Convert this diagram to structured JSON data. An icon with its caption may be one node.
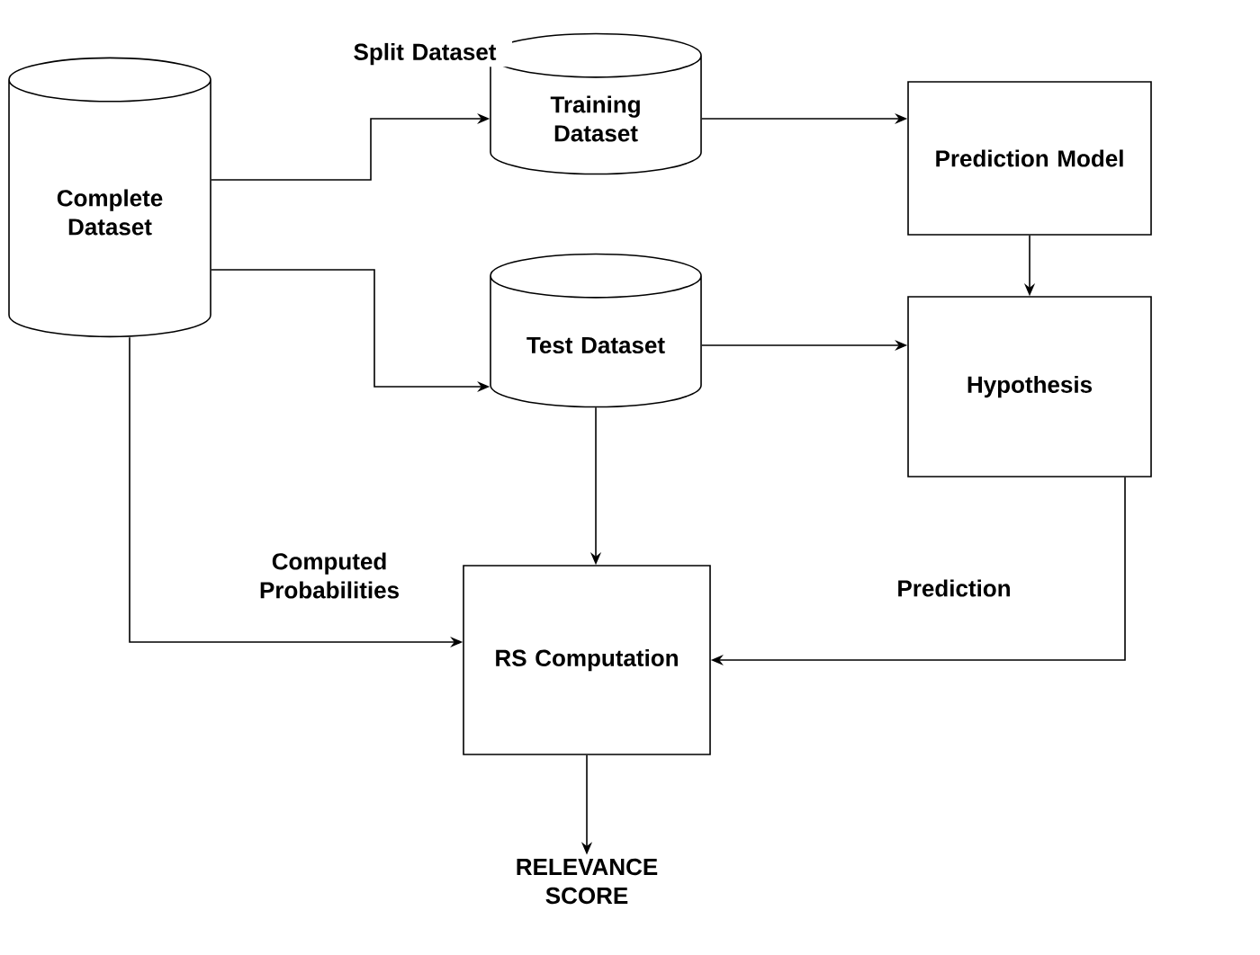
{
  "diagram": {
    "nodes": [
      {
        "text": [
          "Complete Dataset"
        ]
      },
      {
        "text": [
          "Training Dataset"
        ]
      },
      {
        "text": [
          "Prediction Model"
        ]
      },
      {
        "text": [
          "Test Dataset"
        ]
      },
      {
        "text": [
          "Hypothesis"
        ]
      },
      {
        "text": [
          "RS Computation"
        ]
      },
      {
        "text": [
          "RELEVANCE SCORE"
        ]
      }
    ],
    "edges": [
      {
        "from": 0,
        "to": 1,
        "arrow": "to",
        "label": "Split Dataset"
      },
      {
        "from": 0,
        "to": 3,
        "arrow": "to"
      },
      {
        "from": 1,
        "to": 2,
        "arrow": "to"
      },
      {
        "from": 2,
        "to": 4,
        "arrow": "to"
      },
      {
        "from": 3,
        "to": 4,
        "arrow": "to"
      },
      {
        "from": 3,
        "to": 5,
        "arrow": "to"
      },
      {
        "from": 4,
        "to": 5,
        "arrow": "to",
        "label": "Prediction"
      },
      {
        "from": 0,
        "to": 5,
        "arrow": "to",
        "label": "Computed Probabilities"
      },
      {
        "from": 5,
        "to": 6,
        "arrow": "to"
      }
    ]
  }
}
